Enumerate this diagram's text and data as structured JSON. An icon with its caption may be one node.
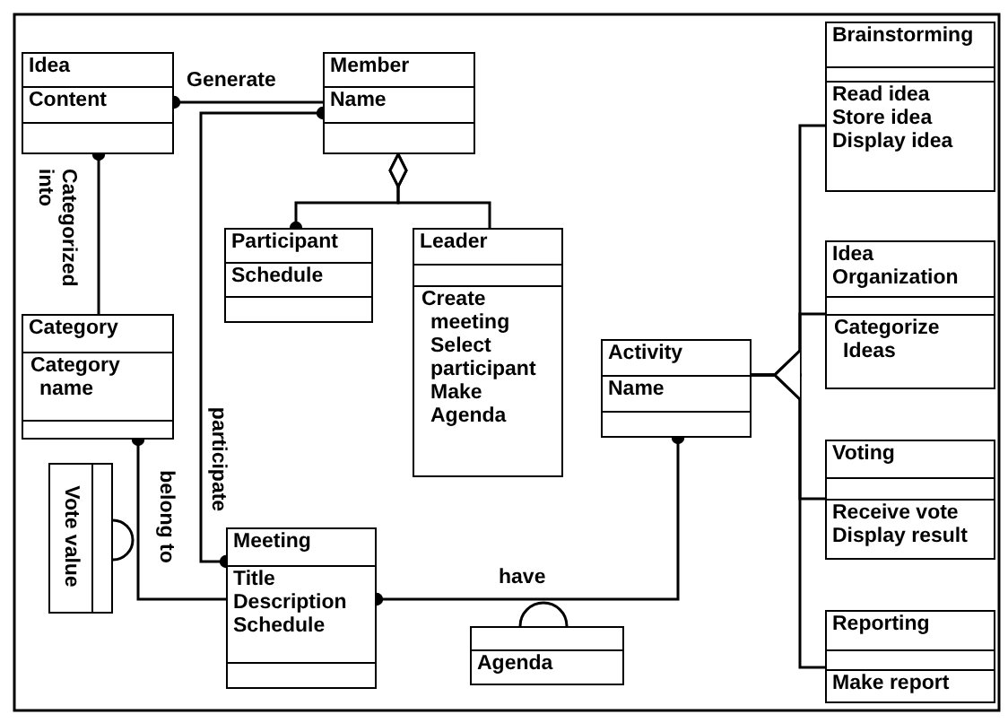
{
  "diagram": {
    "nodes": [
      {
        "text": [
          "Idea",
          "Content"
        ]
      },
      {
        "text": [
          "Member",
          "Name"
        ]
      },
      {
        "text": [
          "Participant",
          "Schedule"
        ]
      },
      {
        "text": [
          "Leader",
          "Create meeting Select participant Make Agenda"
        ]
      },
      {
        "text": [
          "Category",
          "Category name"
        ]
      },
      {
        "text": [
          "Activity",
          "Name"
        ]
      },
      {
        "text": [
          "Brainstorming",
          "Read idea Store idea Display idea"
        ]
      },
      {
        "text": [
          "Idea Organization",
          "Categorize Ideas"
        ]
      },
      {
        "text": [
          "Voting",
          "Receive vote Display result"
        ]
      },
      {
        "text": [
          "Reporting",
          "Make report"
        ]
      },
      {
        "text": [
          "Vote value"
        ]
      },
      {
        "text": [
          "Meeting",
          "Title Description Schedule"
        ]
      },
      {
        "text": [
          "Agenda"
        ]
      }
    ],
    "edges": [
      {
        "from": 1,
        "to": 0,
        "arrow": "other",
        "label": "Generate"
      },
      {
        "from": 1,
        "to": 11,
        "arrow": "other",
        "label": "participate"
      },
      {
        "from": 1,
        "to": 2,
        "arrow": "other"
      },
      {
        "from": 1,
        "to": 3,
        "arrow": "other"
      },
      {
        "from": 0,
        "to": 4,
        "arrow": "other",
        "label": "Categorized into"
      },
      {
        "from": 4,
        "to": 11,
        "arrow": "other",
        "label": "belong to"
      },
      {
        "from": 11,
        "to": 5,
        "arrow": "other",
        "label": "have"
      },
      {
        "from": 6,
        "to": 5,
        "arrow": "to"
      },
      {
        "from": 7,
        "to": 5,
        "arrow": "to"
      },
      {
        "from": 8,
        "to": 5,
        "arrow": "to"
      },
      {
        "from": 9,
        "to": 5,
        "arrow": "to"
      },
      {
        "from": 10,
        "to": null,
        "arrow": "none"
      },
      {
        "from": 12,
        "to": null,
        "arrow": "none"
      }
    ]
  }
}
